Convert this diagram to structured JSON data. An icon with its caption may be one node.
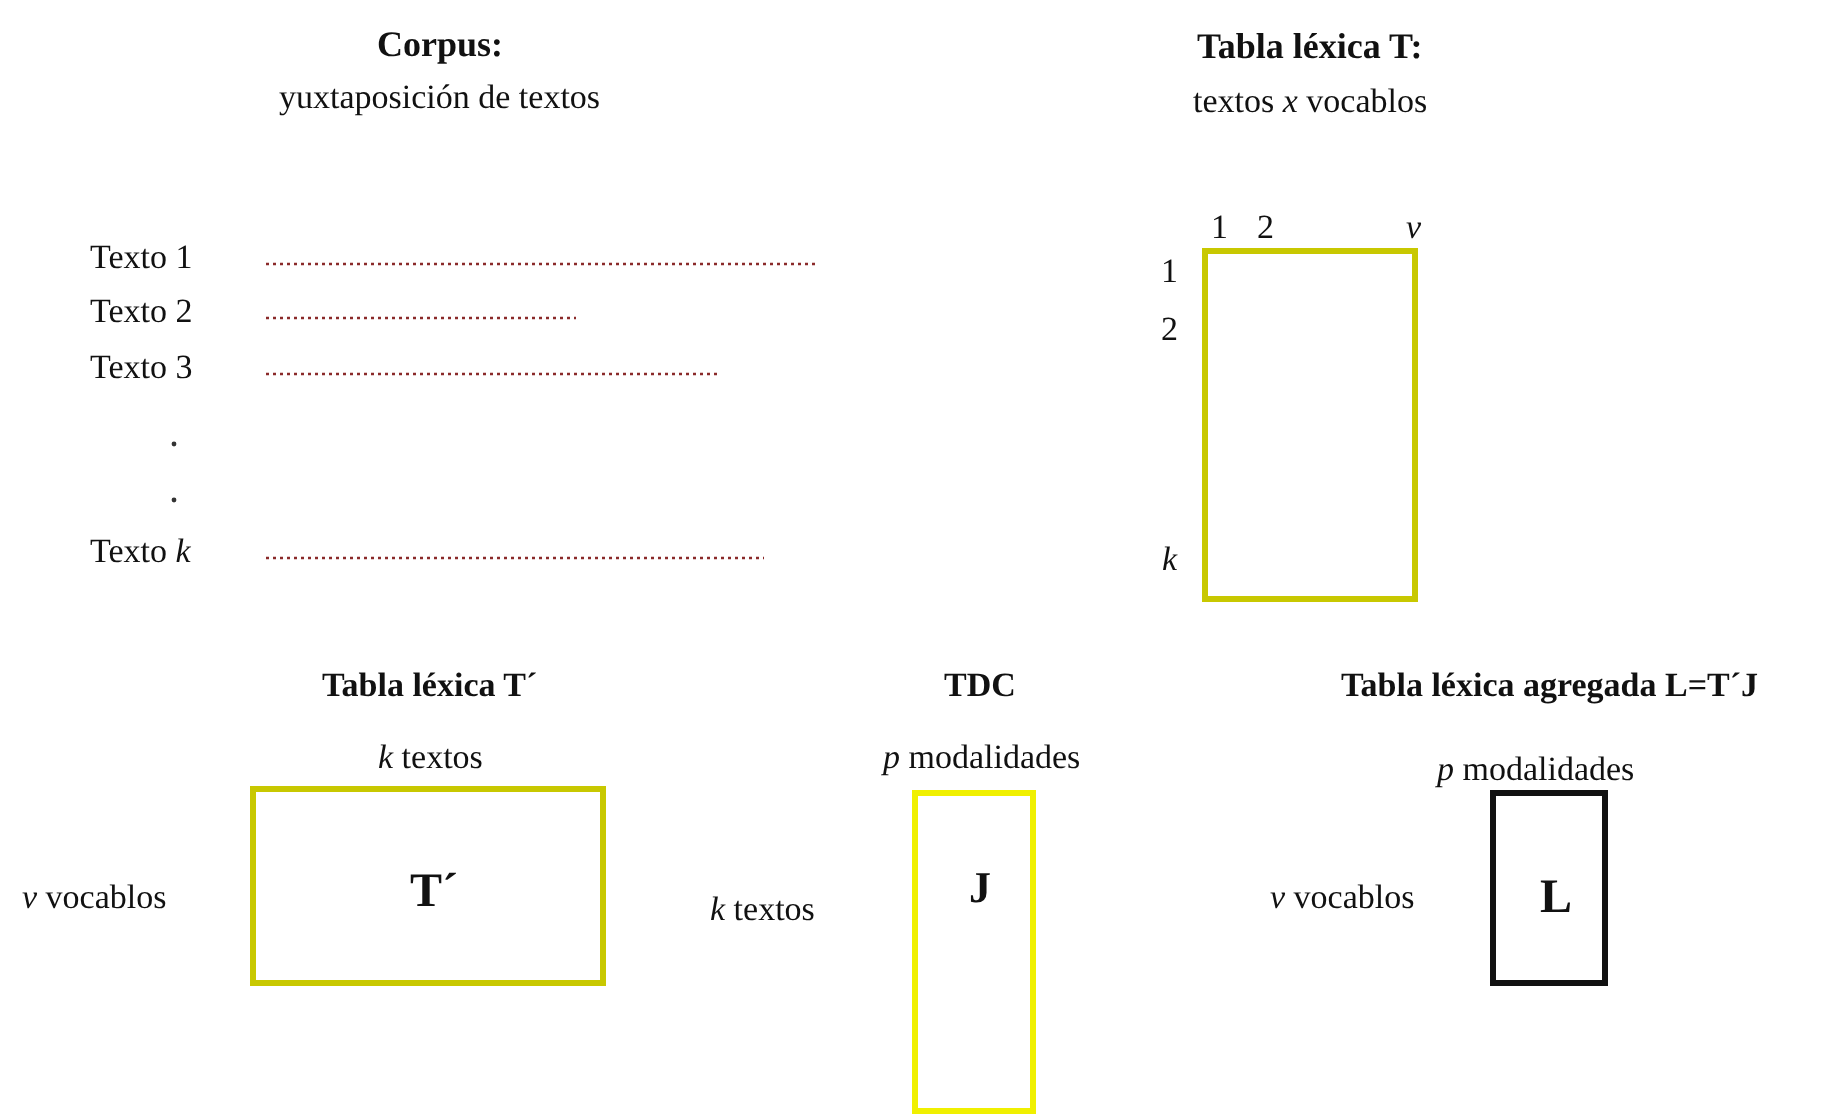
{
  "diagram": {
    "nodes": [
      {
        "text": [],
        "shape": "box",
        "beside": [
          "1",
          "2",
          "v",
          "1",
          "2",
          "k"
        ]
      },
      {
        "text": [
          "Tabla léxica T´",
          "*k* textos",
          "*v* vocablos",
          "T´"
        ]
      },
      {
        "text": [
          "TDC",
          "*p* modalidades",
          "*k* textos",
          "J"
        ]
      },
      {
        "text": [
          "Tabla léxica agregada L=T´J",
          "*p* modalidades",
          "*v* vocablos",
          "L"
        ]
      }
    ],
    "labels": [
      "Corpus:",
      "yuxtaposición de textos",
      "Tabla léxica T:",
      "textos *x* vocablos",
      "Texto 1",
      "Texto 2",
      "Texto 3",
      "Texto *k*"
    ]
  }
}
